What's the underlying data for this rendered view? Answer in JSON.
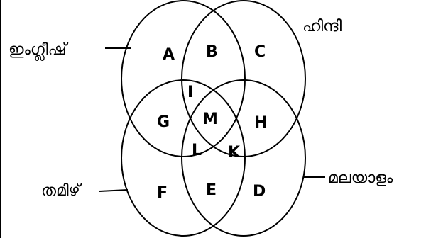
{
  "diagram": {
    "sets": {
      "english": "ഇംഗ്ലീഷ്",
      "hindi": "ഹിന്ദി",
      "tamil": "തമിഴ്",
      "malayalam": "മലയാളം"
    },
    "regions": {
      "A": "A",
      "B": "B",
      "C": "C",
      "D": "D",
      "E": "E",
      "F": "F",
      "G": "G",
      "H": "H",
      "I": "I",
      "K": "K",
      "L": "L",
      "M": "M"
    }
  }
}
